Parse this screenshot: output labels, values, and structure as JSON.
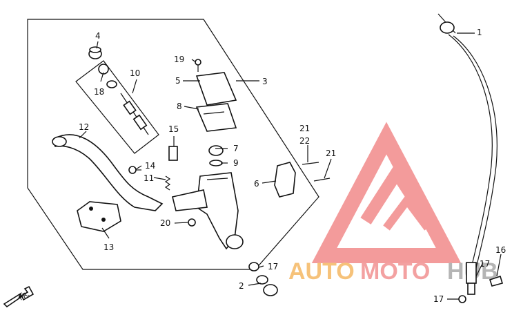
{
  "callouts": {
    "c1": "1",
    "c2": "2",
    "c3": "3",
    "c4": "4",
    "c5": "5",
    "c6": "6",
    "c7": "7",
    "c8": "8",
    "c9": "9",
    "c10": "10",
    "c11": "11",
    "c12": "12",
    "c13": "13",
    "c14": "14",
    "c15": "15",
    "c16": "16",
    "c17a": "17",
    "c17b": "17",
    "c17c": "17",
    "c18": "18",
    "c19": "19",
    "c20": "20",
    "c21a": "21",
    "c21b": "21",
    "c22": "22"
  },
  "direction_label": "FR.",
  "watermark": {
    "text_auto": "AUTO",
    "text_moto": "MOTO",
    "text_hub": "HUB",
    "color_auto": "#f6c27a",
    "color_moto": "#f3a1a1",
    "color_hub": "#b5b5b5",
    "logo_color": "#f28a8a"
  }
}
